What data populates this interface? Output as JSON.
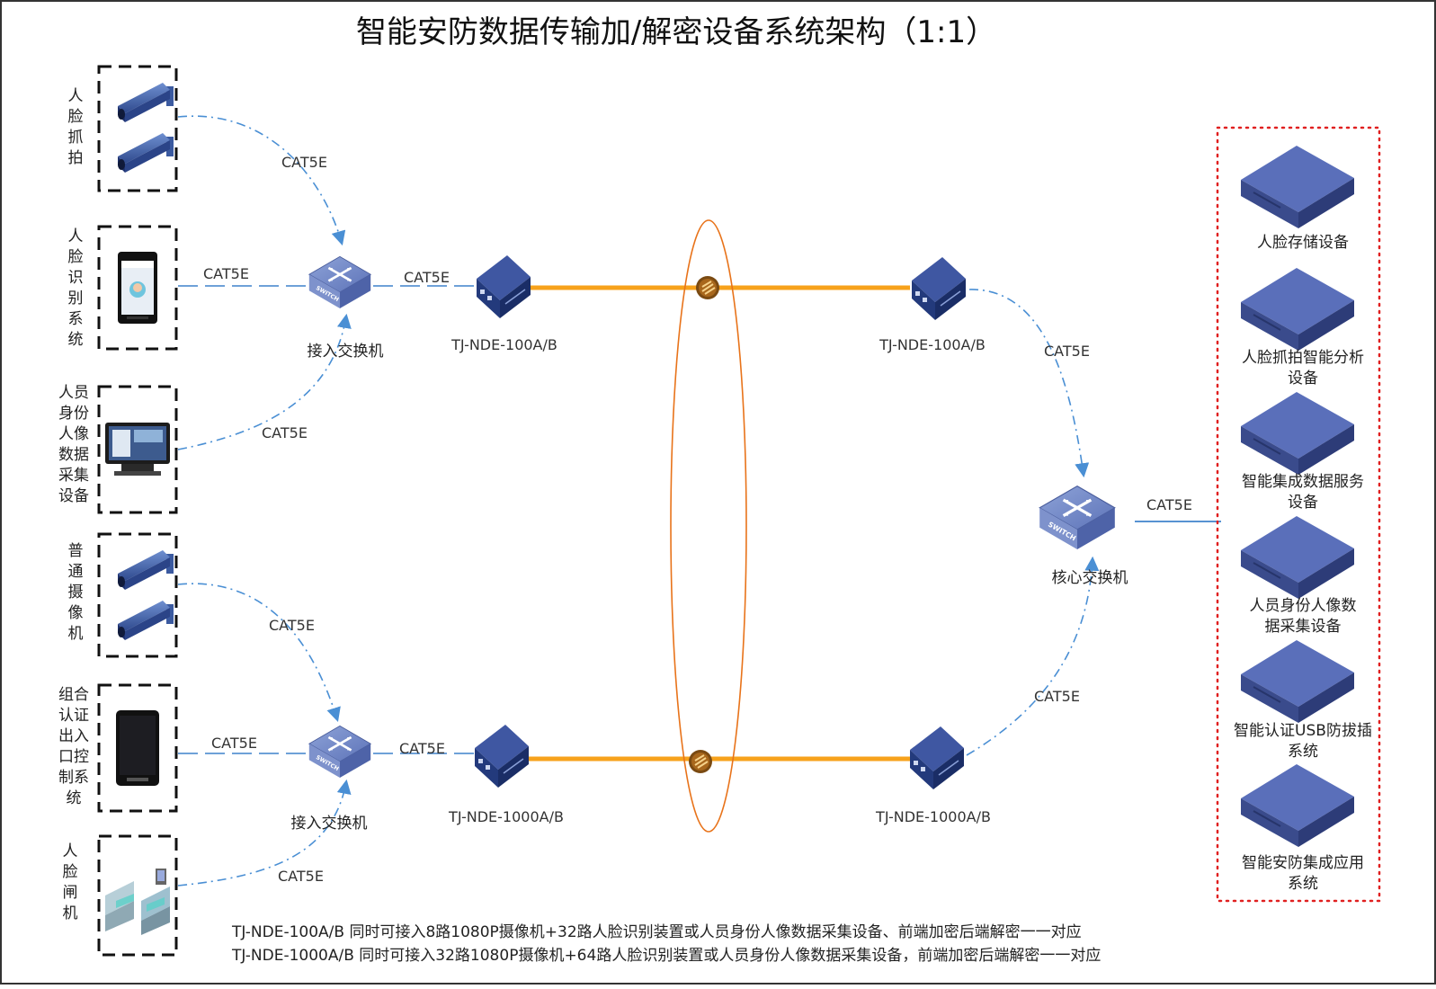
{
  "title": "智能安防数据传输加/解密设备系统架构（1:1）",
  "cable_label": "CAT5E",
  "groups": [
    {
      "label": "人\n脸\n抓\n拍",
      "device": "camera"
    },
    {
      "label": "人\n脸\n识\n别\n系\n统",
      "device": "face-terminal"
    },
    {
      "label": "人员\n身份\n人像\n数据\n采集\n设备",
      "device": "id-terminal"
    },
    {
      "label": "普\n通\n摄\n像\n机",
      "device": "camera"
    },
    {
      "label": "组合\n认证\n出入\n口控\n制系\n统",
      "device": "access-terminal"
    },
    {
      "label": "人\n脸\n闸\n机",
      "device": "gate"
    }
  ],
  "switches": {
    "access_top": "接入交换机",
    "access_bottom": "接入交换机",
    "core": "核心交换机"
  },
  "encryptors": {
    "top_left": "TJ-NDE-100A/B",
    "top_right": "TJ-NDE-100A/B",
    "bottom_left": "TJ-NDE-1000A/B",
    "bottom_right": "TJ-NDE-1000A/B"
  },
  "servers": [
    {
      "label": "人脸存储设备"
    },
    {
      "label": "人脸抓拍智能分析\n设备"
    },
    {
      "label": "智能集成数据服务\n设备"
    },
    {
      "label": "人员身份人像数\n据采集设备"
    },
    {
      "label": "智能认证USB防拔插\n系统"
    },
    {
      "label": "智能安防集成应用\n系统"
    }
  ],
  "notes": [
    "TJ-NDE-100A/B    同时可接入8路1080P摄像机+32路人脸识别装置或人员身份人像数据采集设备、前端加密后端解密一一对应",
    "TJ-NDE-1000A/B 同时可接入32路1080P摄像机+64路人脸识别装置或人员身份人像数据采集设备，前端加密后端解密一一对应"
  ],
  "colors": {
    "link_blue": "#4a8fd4",
    "fiber_orange": "#f7a21b",
    "ellipse_orange": "#e8731a",
    "server_dark": "#3a4b8c",
    "server_top": "#5a6fba",
    "dotted_red": "#e02020"
  }
}
